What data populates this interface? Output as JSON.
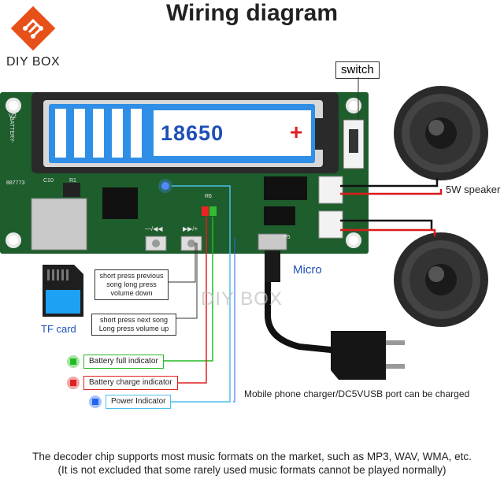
{
  "title": "Wiring diagram",
  "brand": {
    "name": "DIY BOX",
    "watermark": "DIY BOX"
  },
  "board": {
    "battery_label": "18650",
    "plus_sign": "+",
    "silk_battery": "BATTERY-",
    "silk_v2": "V2",
    "silk_id": "887773",
    "silk_c10": "C10",
    "silk_r1": "R1",
    "silk_r6": "R6",
    "silk_p5": "P5",
    "button_prev_glyph": "—/◀◀",
    "button_next_glyph": "▶▶/+"
  },
  "callouts": {
    "switch": "switch",
    "speaker": "5W speaker",
    "micro": "Micro",
    "tf_card": "TF card",
    "charger": "Mobile phone charger/DC5VUSB port can be charged",
    "prev_note": "short press previous song long press volume down",
    "next_note": "short press next song Long press volume up"
  },
  "indicators": [
    {
      "label": "Battery full indicator",
      "color": "#22bb22"
    },
    {
      "label": "Battery charge indicator",
      "color": "#dd2222"
    },
    {
      "label": "Power Indicator",
      "color": "#2266ee"
    }
  ],
  "footer": {
    "line1": "The decoder chip supports most music formats on the market, such as MP3, WAV, WMA, etc.",
    "line2": "(It is not excluded that some rarely used music formats cannot be played normally)"
  },
  "colors": {
    "pcb": "#1e5d2c",
    "battery_blue": "#2f8fe6",
    "wire_red": "#dd1a1a",
    "wire_black": "#111111",
    "lcd_text": "#1e4fb8"
  }
}
